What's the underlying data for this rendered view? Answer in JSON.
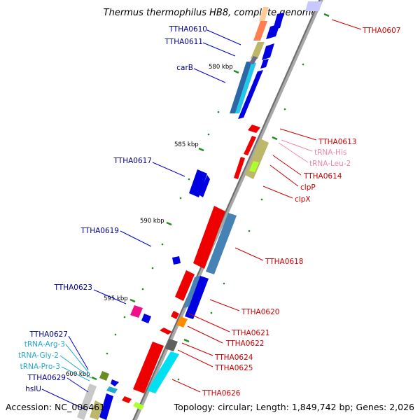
{
  "title": "Thermus thermophilus HB8, complete genome",
  "footer": {
    "accession": "Accession: NC_006461",
    "summary": "Topology: circular; Length: 1,849,742 bp; Genes: 2,026"
  },
  "colors": {
    "backbone": "#808080",
    "tick_mark": "#228b22",
    "left_label": "#00008b",
    "right_label": "#cc0000",
    "trna_pink": "#ee88aa",
    "trna_cyan": "#22aacc"
  },
  "ticks": [
    {
      "label": "580 kbp"
    },
    {
      "label": "585 kbp"
    },
    {
      "label": "590 kbp"
    },
    {
      "label": "595 kbp"
    },
    {
      "label": "600 kbp"
    }
  ],
  "left_labels": [
    {
      "text": "TTHA0610"
    },
    {
      "text": "TTHA0611"
    },
    {
      "text": "carB"
    },
    {
      "text": "TTHA0617"
    },
    {
      "text": "TTHA0619"
    },
    {
      "text": "TTHA0623"
    },
    {
      "text": "TTHA0627"
    },
    {
      "text": "tRNA-Arg-3"
    },
    {
      "text": "tRNA-Gly-2"
    },
    {
      "text": "tRNA-Pro-3"
    },
    {
      "text": "TTHA0629"
    },
    {
      "text": "hslU"
    }
  ],
  "right_labels": [
    {
      "text": "TTHA0607"
    },
    {
      "text": "TTHA0613"
    },
    {
      "text": "tRNA-His"
    },
    {
      "text": "tRNA-Leu-2"
    },
    {
      "text": "TTHA0614"
    },
    {
      "text": "clpP"
    },
    {
      "text": "clpX"
    },
    {
      "text": "TTHA0618"
    },
    {
      "text": "TTHA0620"
    },
    {
      "text": "TTHA0621"
    },
    {
      "text": "TTHA0622"
    },
    {
      "text": "TTHA0624"
    },
    {
      "text": "TTHA0625"
    },
    {
      "text": "TTHA0626"
    }
  ]
}
